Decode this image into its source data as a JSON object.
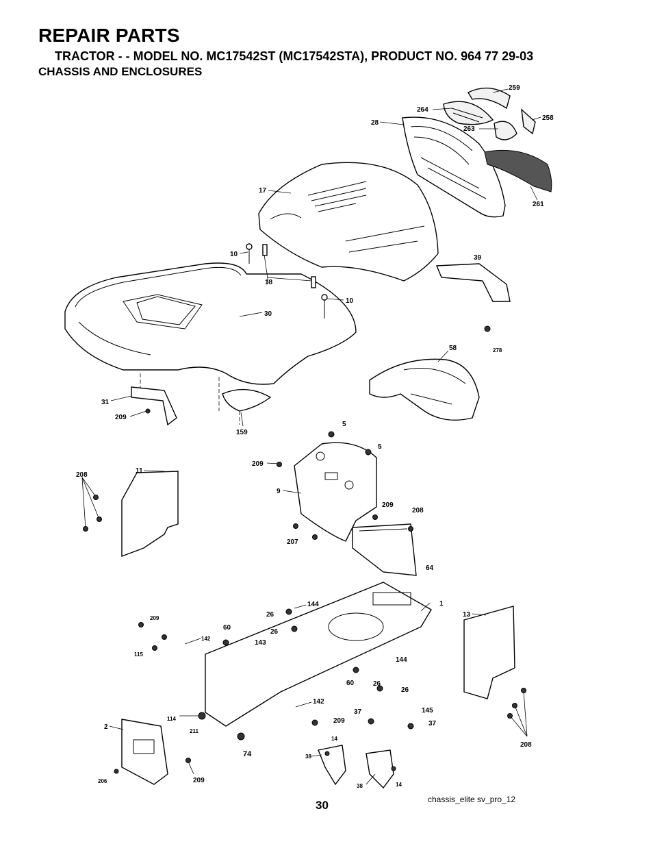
{
  "header": {
    "title": "REPAIR PARTS",
    "subtitle": "TRACTOR - - MODEL NO. MC17542ST (MC17542STA), PRODUCT NO. 964 77 29-03",
    "section": "CHASSIS AND ENCLOSURES"
  },
  "footer": {
    "page_number": "30",
    "drawing_code": "chassis_elite sv_pro_12"
  },
  "callouts": [
    "259",
    "264",
    "258",
    "28",
    "263",
    "261",
    "17",
    "10",
    "18",
    "39",
    "10",
    "30",
    "278",
    "58",
    "31",
    "209",
    "159",
    "5",
    "5",
    "11",
    "208",
    "209",
    "9",
    "209",
    "208",
    "207",
    "64",
    "144",
    "1",
    "26",
    "26",
    "209",
    "13",
    "60",
    "142",
    "143",
    "115",
    "144",
    "60",
    "26",
    "26",
    "142",
    "145",
    "37",
    "114",
    "209",
    "37",
    "2",
    "211",
    "74",
    "208",
    "14",
    "38",
    "206",
    "209",
    "14",
    "38"
  ]
}
